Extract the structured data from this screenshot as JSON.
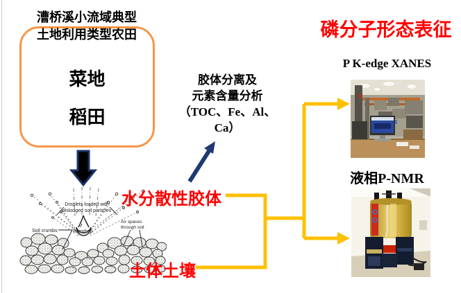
{
  "source_box": {
    "title_line1": "漕桥溪小流域典型",
    "title_line2": "土地利用类型农田",
    "land_use_1": "菜地",
    "land_use_2": "稻田",
    "border_color": "#F79646"
  },
  "soil_figure": {
    "droplets_label_line1": "Droplets loaded with",
    "droplets_label_line2": "dislodged soil particles",
    "soil_crumbs_label": "Soil crumbs",
    "raindrop_label": "Raindrop",
    "air_spaces_label_line1": "Air spaces",
    "air_spaces_label_line2": "through soil"
  },
  "sample_labels": {
    "colloid": "水分散性胶体",
    "bulk_soil": "土体土壤",
    "text_color": "#FF0000"
  },
  "analysis": {
    "line1": "胶体分离及",
    "line2": "元素含量分析",
    "line3": "（TOC、Fe、Al、",
    "line4": "Ca）"
  },
  "characterization": {
    "title": "磷分子形态表征",
    "title_color": "#FF0000",
    "xanes_label": "P K-edge XANES",
    "nmr_label": "液相P-NMR"
  },
  "connector_colors": {
    "bracket": "#FFC000",
    "arrow_navy": "#1E3A74"
  }
}
